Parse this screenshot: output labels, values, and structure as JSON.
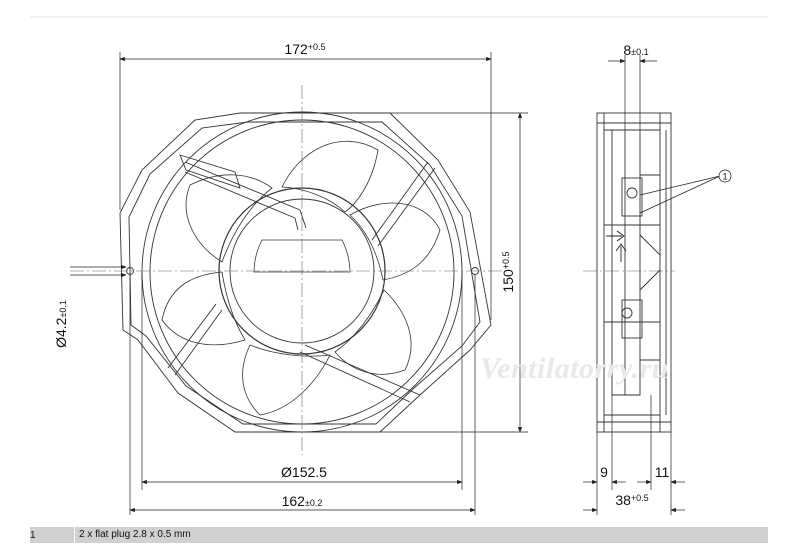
{
  "dimensions": {
    "width_main": "172",
    "width_tol": "+0.5",
    "depth_main": "8",
    "depth_tol": "±0.1",
    "height_main": "150",
    "height_tol": "+0.5",
    "hole_main": "Ø4.2",
    "hole_tol": "±0.1",
    "impeller_dia": "Ø152.5",
    "spacing_main": "162",
    "spacing_tol": "±0.2",
    "side_left": "9",
    "side_right": "11",
    "thickness_main": "38",
    "thickness_tol": "+0.5"
  },
  "callout_number": "1",
  "watermark": "Ventilatorry.ru",
  "legend": {
    "number": "1",
    "text": "2 x flat plug 2.8 x 0.5 mm"
  },
  "colors": {
    "line": "#333333",
    "legend_bar": "#d0d0d0",
    "watermark": "#e8e8e8"
  }
}
